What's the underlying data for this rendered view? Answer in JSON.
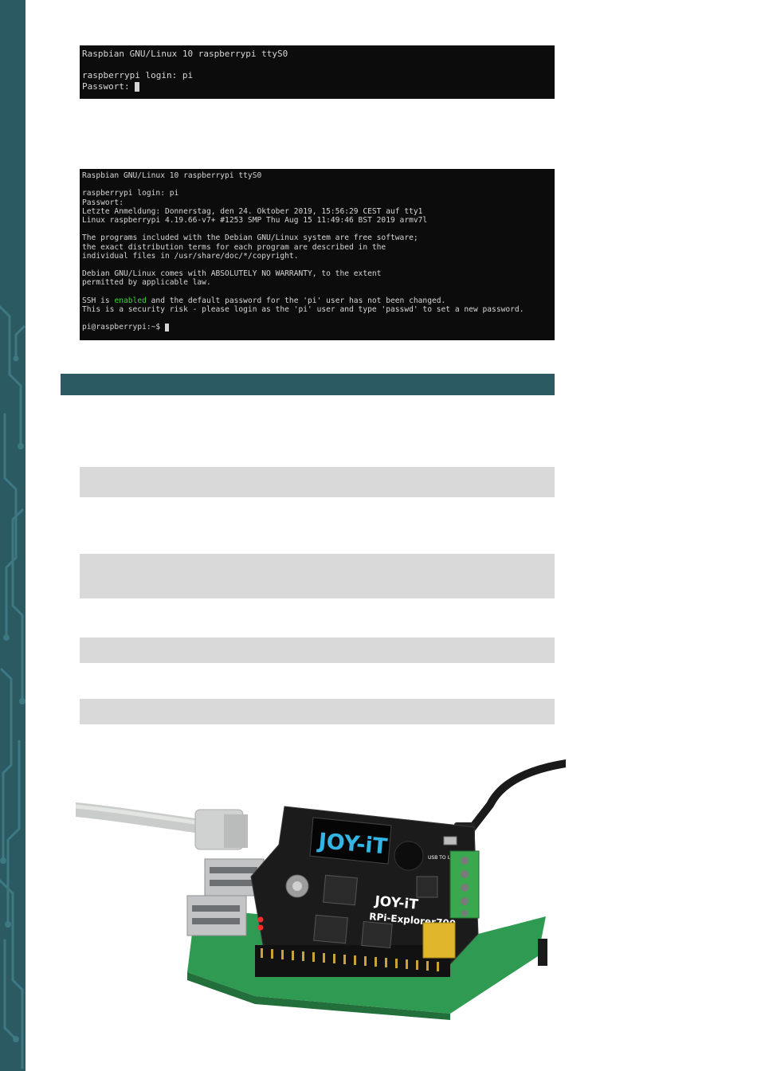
{
  "terminal_1": {
    "lines": [
      {
        "text": "Raspbian GNU/Linux 10 raspberrypi ttyS0"
      },
      {
        "text": ""
      },
      {
        "text": "raspberrypi login: pi"
      },
      {
        "text": "Passwort: ",
        "cursor": true
      }
    ]
  },
  "terminal_2": {
    "lines": [
      {
        "text": "Raspbian GNU/Linux 10 raspberrypi ttyS0"
      },
      {
        "text": ""
      },
      {
        "text": "raspberrypi login: pi"
      },
      {
        "text": "Passwort:"
      },
      {
        "text": "Letzte Anmeldung: Donnerstag, den 24. Oktober 2019, 15:56:29 CEST auf tty1"
      },
      {
        "text": "Linux raspberrypi 4.19.66-v7+ #1253 SMP Thu Aug 15 11:49:46 BST 2019 armv7l"
      },
      {
        "text": ""
      },
      {
        "text": "The programs included with the Debian GNU/Linux system are free software;"
      },
      {
        "text": "the exact distribution terms for each program are described in the"
      },
      {
        "text": "individual files in /usr/share/doc/*/copyright."
      },
      {
        "text": ""
      },
      {
        "text": "Debian GNU/Linux comes with ABSOLUTELY NO WARRANTY, to the extent"
      },
      {
        "text": "permitted by applicable law."
      },
      {
        "text": ""
      },
      {
        "parts": [
          {
            "text": "SSH is "
          },
          {
            "text": "enabled",
            "highlight": true
          },
          {
            "text": " and the default password for the 'pi' user has not been changed."
          }
        ]
      },
      {
        "text": "This is a security risk - please login as the 'pi' user and type 'passwd' to set a new password."
      },
      {
        "text": ""
      },
      {
        "text": "pi@raspberrypi:~$ ",
        "cursor": true
      }
    ]
  },
  "photo": {
    "board_brand": "JOY-iT",
    "board_model": "RPi-Explorer700",
    "oled_logo": "JOY-iT",
    "usb_label": "USB TO UART"
  },
  "colors": {
    "accent": "#2b5a63",
    "terminal_bg": "#0c0c0c",
    "terminal_text": "#d6d6d6",
    "terminal_green": "#3fd23f",
    "code_box": "#d9d9d9",
    "oled_text": "#33b5e5"
  }
}
